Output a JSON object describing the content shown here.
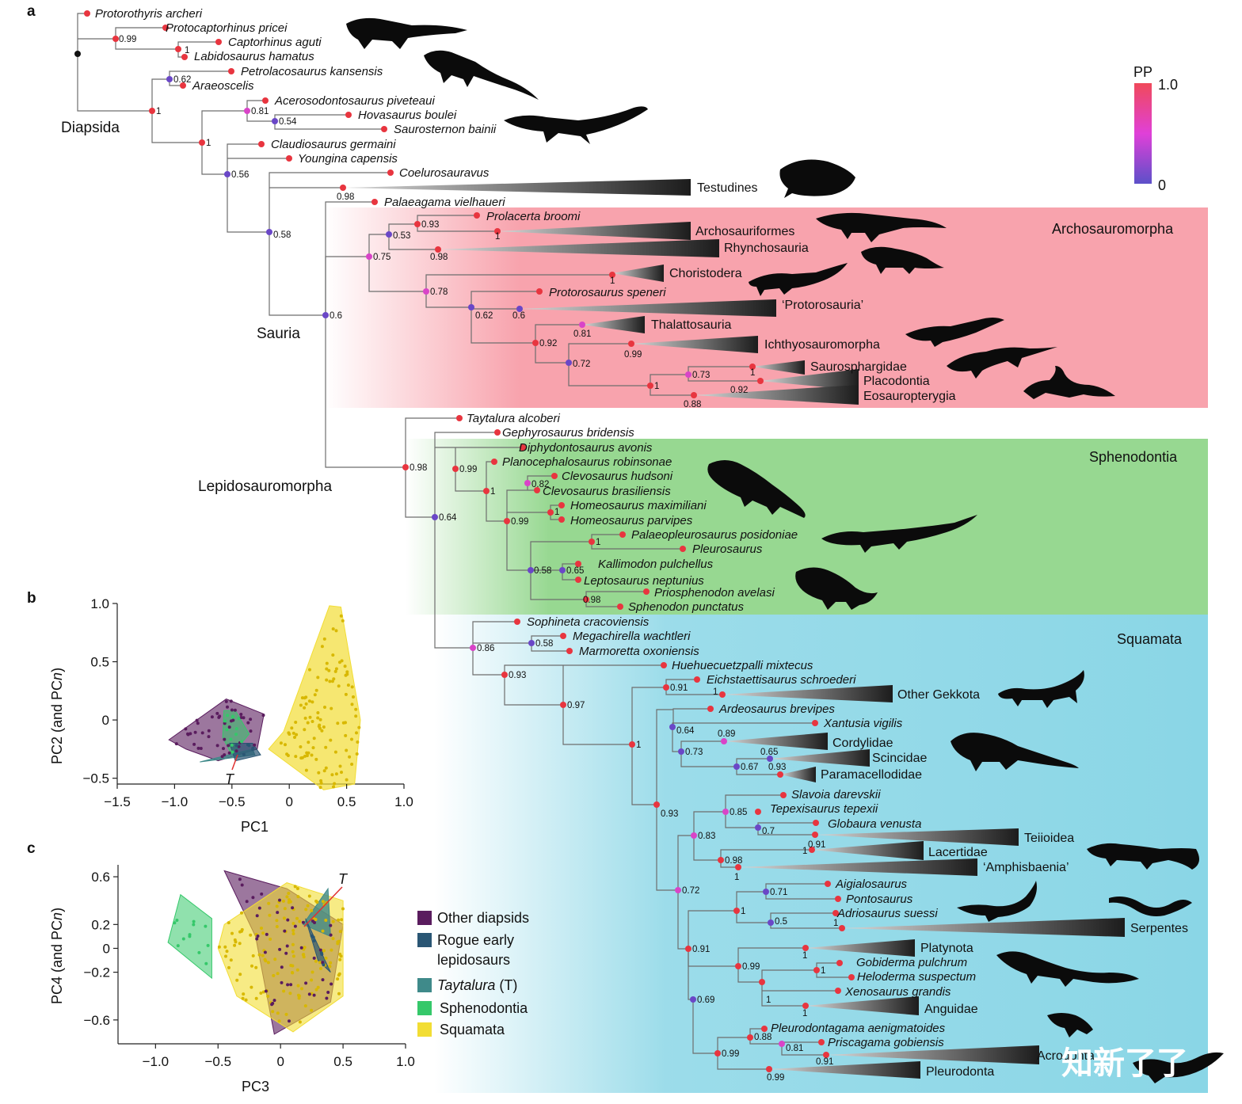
{
  "panels": {
    "a": "a",
    "b": "b",
    "c": "c"
  },
  "colors": {
    "archosauromorpha_band": "#f8a3ad",
    "sphenodontia_band": "#97d891",
    "squamata_band": "#8ad6e6",
    "pp_high": "#e8353f",
    "pp_mid": "#d944c8",
    "pp_low": "#6a47c7",
    "other_diapsids": "#5a1c5e",
    "rogue_lepidosaurs": "#2a5674",
    "taytalura": "#3f8a8a",
    "sphenodontia": "#35c86a",
    "squamata": "#f2dd34"
  },
  "pp_legend": {
    "title": "PP",
    "max": "1.0",
    "min": "0"
  },
  "band_labels": {
    "archosauromorpha": "Archosauromorpha",
    "sphenodontia": "Sphenodontia",
    "squamata": "Squamata"
  },
  "group_labels": {
    "diapsida": "Diapsida",
    "sauria": "Sauria",
    "lepidosauromorpha": "Lepidosauromorpha"
  },
  "taxa": {
    "t01": "Protorothyris archeri",
    "t02": "Protocaptorhinus pricei",
    "t03": "Captorhinus aguti",
    "t04": "Labidosaurus hamatus",
    "t05": "Petrolacosaurus kansensis",
    "t06": "Araeoscelis",
    "t07": "Acerosodontosaurus piveteaui",
    "t08": "Hovasaurus boulei",
    "t09": "Saurosternon bainii",
    "t10": "Claudiosaurus germaini",
    "t11": "Youngina capensis",
    "t12": "Coelurosauravus",
    "t13": "Palaeagama vielhaueri",
    "t14": "Prolacerta broomi",
    "t15": "Protorosaurus speneri",
    "t16": "Taytalura  alcoberi",
    "t17": "Gephyrosaurus bridensis",
    "t18": "Diphydontosaurus avonis",
    "t19": "Planocephalosaurus robinsonae",
    "t20": "Clevosaurus hudsoni",
    "t21": "Clevosaurus brasiliensis",
    "t22": "Homeosaurus maximiliani",
    "t23": "Homeosaurus parvipes",
    "t24": "Palaeopleurosaurus posidoniae",
    "t25": "Pleurosaurus",
    "t26": "Kallimodon pulchellus",
    "t27": "Leptosaurus neptunius",
    "t28": "Priosphenodon avelasi",
    "t29": "Sphenodon punctatus",
    "t30": "Sophineta cracoviensis",
    "t31": "Megachirella wachtleri",
    "t32": "Marmoretta oxoniensis",
    "t33": "Huehuecuetzpalli mixtecus",
    "t34": "Eichstaettisaurus schroederi",
    "t35": "Ardeosaurus brevipes",
    "t36": "Xantusia vigilis",
    "t37": "Slavoia darevskii",
    "t38": "Tepexisaurus tepexii",
    "t39": "Globaura venusta",
    "t40": "Aigialosaurus",
    "t41": "Pontosaurus",
    "t42": "Adriosaurus suessi",
    "t43": "Gobiderma pulchrum",
    "t44": "Heloderma suspectum",
    "t45": "Xenosaurus grandis",
    "t46": "Pleurodontagama aenigmatoides",
    "t47": "Priscagama gobiensis"
  },
  "clades": {
    "c01": "Testudines",
    "c02": "Archosauriformes",
    "c03": "Rhynchosauria",
    "c04": "Choristodera",
    "c05": "‘Protorosauria’",
    "c06": "Thalattosauria",
    "c07": "Ichthyosauromorpha",
    "c08": "Saurosphargidae",
    "c09": "Placodontia",
    "c10": "Eosauropterygia",
    "c11": "Other Gekkota",
    "c12": "Cordylidae",
    "c13": "Scincidae",
    "c14": "Paramacellodidae",
    "c15": "Teiioidea",
    "c16": "Lacertidae",
    "c17": "‘Amphisbaenia’",
    "c18": "Serpentes",
    "c19": "Platynota",
    "c20": "Anguidae",
    "c21": "Acrodonta",
    "c22": "Pleurodonta"
  },
  "support": {
    "s01": "0.99",
    "s02": "1",
    "s03": "0.62",
    "s04": "1",
    "s05": "0.81",
    "s06": "0.54",
    "s07": "1",
    "s08": "0.56",
    "s09": "0.98",
    "s10": "0.58",
    "s11": "0.6",
    "s12": "0.93",
    "s13": "1",
    "s14": "0.53",
    "s15": "0.98",
    "s16": "0.75",
    "s17": "1",
    "s18": "0.78",
    "s19": "0.62",
    "s20": "0.6",
    "s21": "0.81",
    "s22": "0.92",
    "s23": "0.99",
    "s24": "0.72",
    "s25": "0.73",
    "s26": "1",
    "s27": "1",
    "s28": "0.92",
    "s29": "0.88",
    "l01": "0.98",
    "l02": "0.99",
    "l03": "1",
    "l04": "0.82",
    "l05": "1",
    "l06": "0.99",
    "l07": "1",
    "l08": "0.58",
    "l09": "0.65",
    "l10": "0.98",
    "l11": "0.64",
    "q01": "0.58",
    "q02": "0.86",
    "q03": "0.93",
    "q04": "0.97",
    "q05": "0.91",
    "q06": "1",
    "q07": "0.64",
    "q08": "0.89",
    "q09": "0.73",
    "q10": "0.65",
    "q11": "0.67",
    "q12": "0.93",
    "q13": "1",
    "q14": "0.85",
    "q15": "0.7",
    "q16": "0.83",
    "q17": "0.91",
    "q18": "1",
    "q19": "0.98",
    "q20": "1",
    "q21": "0.93",
    "q22": "0.71",
    "q23": "0.5",
    "q24": "1",
    "q25": "1",
    "q26": "0.72",
    "q27": "1",
    "q28": "0.99",
    "q29": "1",
    "q30": "1",
    "q31": "1",
    "q32": "0.91",
    "q33": "0.69",
    "q34": "0.88",
    "q35": "0.81",
    "q36": "0.91",
    "q37": "0.99",
    "q38": "0.99"
  },
  "pca_b": {
    "xlabel": "PC1",
    "ylabel": "PC2 (and PC",
    "ylabel_italic": "n",
    "ylabel_close": ")",
    "xticks": [
      "−1.5",
      "−1.0",
      "−0.5",
      "0",
      "0.5",
      "1.0"
    ],
    "yticks": [
      "1.0",
      "0.5",
      "0",
      "−0.5"
    ],
    "taytalura_label": "T"
  },
  "pca_c": {
    "xlabel": "PC3",
    "ylabel": "PC4 (and PC",
    "ylabel_italic": "n",
    "ylabel_close": ")",
    "xticks": [
      "−1.0",
      "−0.5",
      "0",
      "0.5",
      "1.0"
    ],
    "yticks": [
      "0.6",
      "0.2",
      "0",
      "−0.2",
      "−0.6"
    ],
    "taytalura_label": "T"
  },
  "chart_data": [
    {
      "type": "scatter",
      "title": "",
      "xlabel": "PC1",
      "ylabel": "PC2 (and PCn)",
      "xlim": [
        -1.5,
        1.0
      ],
      "ylim": [
        -0.55,
        1.0
      ],
      "series": [
        {
          "name": "Other diapsids",
          "hull": [
            [
              -1.05,
              -0.17
            ],
            [
              -0.55,
              0.18
            ],
            [
              -0.22,
              0.05
            ],
            [
              -0.28,
              -0.25
            ],
            [
              -0.62,
              -0.35
            ],
            [
              -0.9,
              -0.25
            ]
          ]
        },
        {
          "name": "Sphenodontia",
          "hull": [
            [
              -0.57,
              0.08
            ],
            [
              -0.47,
              0.08
            ],
            [
              -0.35,
              -0.12
            ],
            [
              -0.5,
              -0.3
            ],
            [
              -0.58,
              -0.15
            ]
          ]
        },
        {
          "name": "Rogue early lepidosaurs",
          "hull": [
            [
              -0.52,
              -0.2
            ],
            [
              -0.32,
              -0.2
            ],
            [
              -0.25,
              -0.3
            ],
            [
              -0.47,
              -0.35
            ]
          ]
        },
        {
          "name": "Taytalura (T)",
          "hull": [
            [
              -0.78,
              -0.36
            ],
            [
              -0.32,
              -0.25
            ],
            [
              -0.3,
              -0.3
            ]
          ]
        },
        {
          "name": "Squamata",
          "hull": [
            [
              0.35,
              0.98
            ],
            [
              0.45,
              0.97
            ],
            [
              0.62,
              0.0
            ],
            [
              0.57,
              -0.55
            ],
            [
              0.3,
              -0.6
            ],
            [
              -0.18,
              -0.25
            ],
            [
              -0.05,
              -0.1
            ]
          ]
        }
      ]
    },
    {
      "type": "scatter",
      "title": "",
      "xlabel": "PC3",
      "ylabel": "PC4 (and PCn)",
      "xlim": [
        -1.3,
        1.0
      ],
      "ylim": [
        -0.8,
        0.7
      ],
      "series": [
        {
          "name": "Other diapsids",
          "hull": [
            [
              -0.45,
              0.65
            ],
            [
              0.05,
              0.5
            ],
            [
              0.5,
              0.2
            ],
            [
              0.4,
              -0.45
            ],
            [
              -0.05,
              -0.72
            ],
            [
              -0.2,
              0.1
            ]
          ]
        },
        {
          "name": "Sphenodontia",
          "hull": [
            [
              -0.8,
              0.45
            ],
            [
              -0.55,
              0.25
            ],
            [
              -0.55,
              -0.25
            ],
            [
              -0.9,
              0.05
            ]
          ]
        },
        {
          "name": "Rogue early lepidosaurs",
          "hull": [
            [
              0.2,
              0.25
            ],
            [
              0.4,
              -0.2
            ],
            [
              0.3,
              -0.1
            ]
          ]
        },
        {
          "name": "Taytalura (T)",
          "hull": [
            [
              0.18,
              0.2
            ],
            [
              0.38,
              0.5
            ],
            [
              0.4,
              0.1
            ]
          ]
        },
        {
          "name": "Squamata",
          "hull": [
            [
              -0.45,
              0.2
            ],
            [
              0.05,
              0.55
            ],
            [
              0.5,
              0.4
            ],
            [
              0.5,
              -0.4
            ],
            [
              0.1,
              -0.7
            ],
            [
              -0.35,
              -0.4
            ],
            [
              -0.5,
              0.0
            ]
          ]
        }
      ]
    }
  ],
  "legend": {
    "other_diapsids": "Other diapsids",
    "rogue_line1": "Rogue early",
    "rogue_line2": "lepidosaurs",
    "taytalura": "Taytalura",
    "taytalura_suffix": " (T)",
    "sphenodontia": "Sphenodontia",
    "squamata": "Squamata"
  },
  "watermark": "知新了了"
}
